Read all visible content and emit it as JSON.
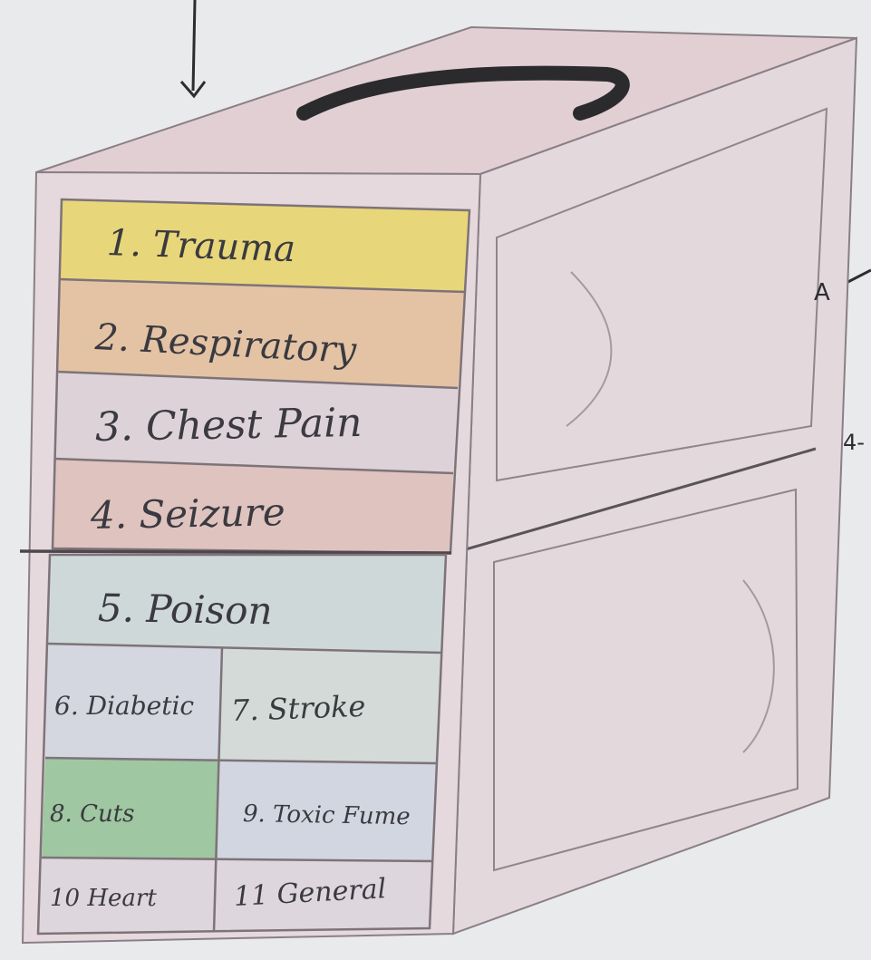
{
  "compartments": [
    {
      "label": "1. Trauma",
      "color": "#e8d67a"
    },
    {
      "label": "2. Respiratory",
      "color": "#e4c3a4"
    },
    {
      "label": "3. Chest Pain",
      "color": "#ddd2d8"
    },
    {
      "label": "4. Seizure",
      "color": "#dfc3bf"
    },
    {
      "label": "5. Poison",
      "color": "#cfd8d8"
    },
    {
      "label": "6. Diabetic",
      "color": "#d4d6e0"
    },
    {
      "label": "7. Stroke",
      "color": "#d3dad7"
    },
    {
      "label": "8. Cuts",
      "color": "#9fc7a2"
    },
    {
      "label": "9. Toxic Fume",
      "color": "#d2d6e0"
    },
    {
      "label": "10 Heart",
      "color": "#ddd6dc"
    },
    {
      "label": "11 General",
      "color": "#ddd6dc"
    }
  ],
  "callouts": [
    "A",
    "4-"
  ],
  "colors": {
    "box_body": "#e6d9dd",
    "box_top": "#e2cfd3",
    "handle": "#2b2b2e",
    "pencil": "#6b6470",
    "background": "#e9eaeb"
  }
}
